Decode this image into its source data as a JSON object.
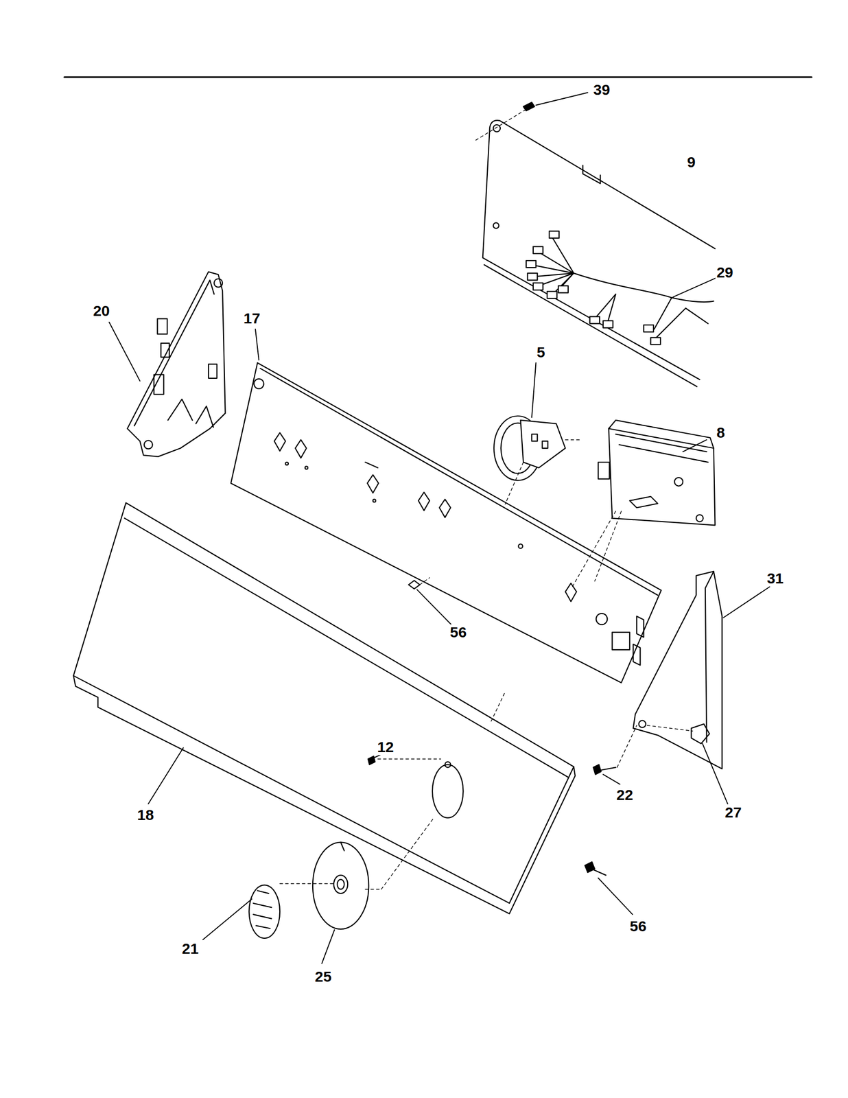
{
  "diagram": {
    "labels": [
      "39",
      "9",
      "29",
      "20",
      "17",
      "5",
      "8",
      "31",
      "56",
      "12",
      "22",
      "18",
      "27",
      "56",
      "21",
      "25"
    ]
  }
}
